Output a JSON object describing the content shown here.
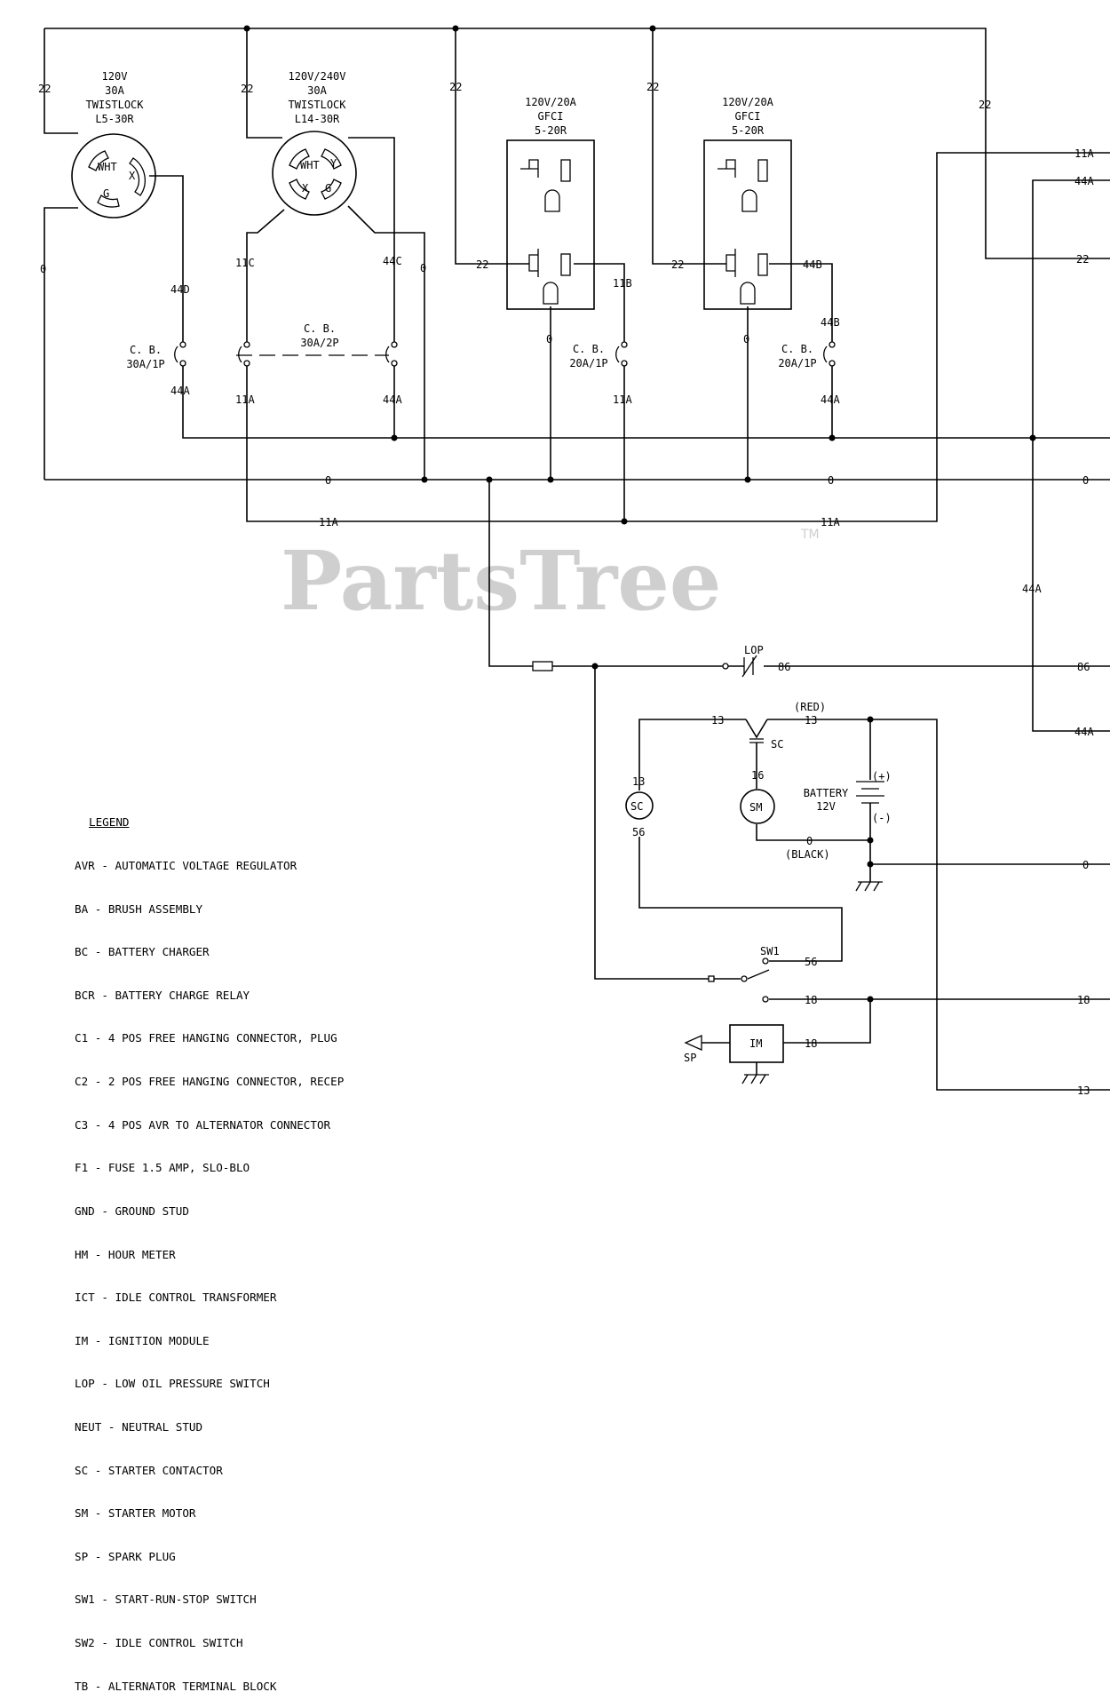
{
  "watermark": {
    "text": "PartsTree",
    "mark": "TM"
  },
  "receptacles": {
    "l5": [
      "120V",
      "30A",
      "TWISTLOCK",
      "L5-30R"
    ],
    "l14": [
      "120V/240V",
      "30A",
      "TWISTLOCK",
      "L14-30R"
    ],
    "gfci1": [
      "120V/20A",
      "GFCI",
      "5-20R"
    ],
    "gfci2": [
      "120V/20A",
      "GFCI",
      "5-20R"
    ],
    "pin_wht": "WHT",
    "pin_x": "X",
    "pin_g": "G",
    "pin_y": "Y"
  },
  "breakers": {
    "cb1": [
      "C. B.",
      "30A/1P"
    ],
    "cb2": [
      "C. B.",
      "30A/2P"
    ],
    "cb3": [
      "C. B.",
      "20A/1P"
    ],
    "cb4": [
      "C. B.",
      "20A/1P"
    ]
  },
  "wires": {
    "w22": "22",
    "w0": "0",
    "w11a": "11A",
    "w11b": "11B",
    "w11c": "11C",
    "w44a": "44A",
    "w44b": "44B",
    "w44c": "44C",
    "w44d": "44D",
    "w86": "86",
    "w13": "13",
    "w16": "16",
    "w56": "56",
    "w18": "18"
  },
  "components": {
    "lop": "LOP",
    "sc": "SC",
    "sm": "SM",
    "sw1": "SW1",
    "im": "IM",
    "sp": "SP",
    "battery": [
      "BATTERY",
      "12V"
    ],
    "red": "(RED)",
    "black": "(BLACK)",
    "plus": "(+)",
    "minus": "(-)"
  },
  "legend": {
    "title": "LEGEND",
    "items": [
      "AVR - AUTOMATIC VOLTAGE REGULATOR",
      "BA - BRUSH ASSEMBLY",
      "BC - BATTERY CHARGER",
      "BCR - BATTERY CHARGE RELAY",
      "C1 - 4 POS FREE HANGING CONNECTOR, PLUG",
      "C2 - 2 POS FREE HANGING CONNECTOR, RECEP",
      "C3 - 4 POS AVR TO ALTERNATOR CONNECTOR",
      "F1 - FUSE 1.5 AMP, SLO-BLO",
      "GND - GROUND STUD",
      "HM - HOUR METER",
      "ICT - IDLE CONTROL TRANSFORMER",
      "IM - IGNITION MODULE",
      "LOP - LOW OIL PRESSURE SWITCH",
      "NEUT - NEUTRAL STUD",
      "SC - STARTER CONTACTOR",
      "SM - STARTER MOTOR",
      "SP - SPARK PLUG",
      "SW1 - START-RUN-STOP SWITCH",
      "SW2 - IDLE CONTROL SWITCH",
      "TB - ALTERNATOR TERMINAL BLOCK"
    ]
  }
}
